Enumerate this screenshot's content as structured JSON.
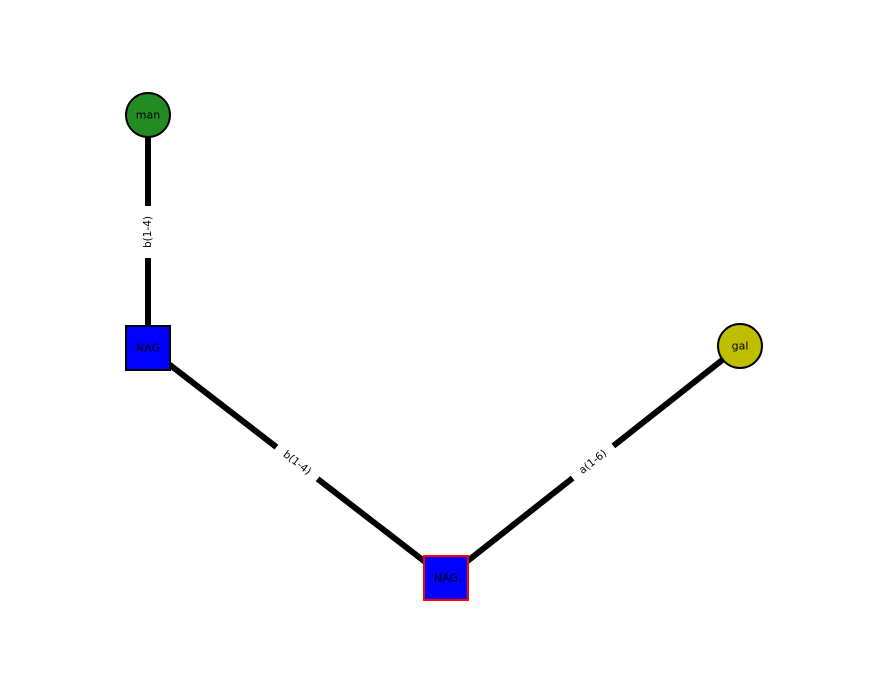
{
  "figure": {
    "background": "#ffffff",
    "edge_color": "#000000"
  },
  "diagram": {
    "type": "glycan-graph",
    "nodes": [
      {
        "id": "man",
        "label": "man",
        "shape": "circle",
        "fill": "#228B22",
        "stroke": "#000000"
      },
      {
        "id": "NAG-1",
        "label": "NAG",
        "shape": "square",
        "fill": "#0000ff",
        "stroke": "#000000"
      },
      {
        "id": "NAG-2",
        "label": "NAG",
        "shape": "square",
        "fill": "#0000ff",
        "stroke": "#ff0000"
      },
      {
        "id": "gal",
        "label": "gal",
        "shape": "circle",
        "fill": "#bfbf00",
        "stroke": "#000000"
      }
    ],
    "edges": [
      {
        "source": "man",
        "target": "NAG-1",
        "label": "b(1-4)"
      },
      {
        "source": "NAG-1",
        "target": "NAG-2",
        "label": "b(1-4)"
      },
      {
        "source": "NAG-2",
        "target": "gal",
        "label": "a(1-6)"
      }
    ]
  }
}
